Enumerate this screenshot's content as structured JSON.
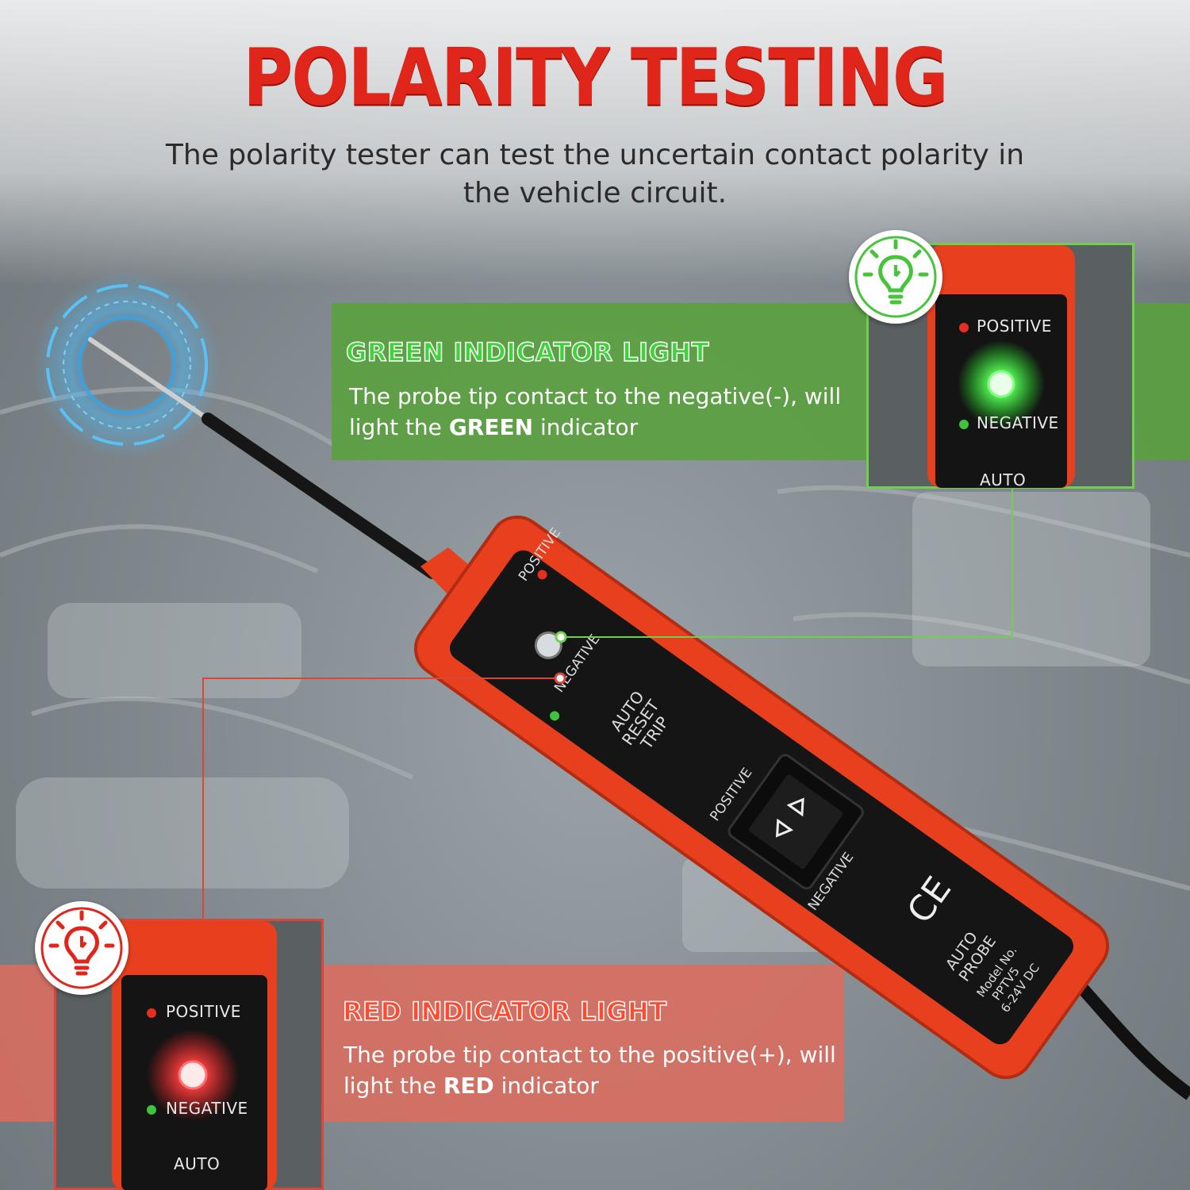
{
  "title": "POLARITY TESTING",
  "subtitle": "The polarity tester can test the uncertain contact polarity in the vehicle circuit.",
  "green_panel": {
    "heading": "GREEN INDICATOR LIGHT",
    "desc_before": "The probe tip contact to the negative(-), will light the ",
    "desc_emphasis": "GREEN",
    "desc_after": " indicator",
    "inset": {
      "positive": "POSITIVE",
      "negative": "NEGATIVE",
      "auto": "AUTO"
    },
    "badge_icon": "lightbulb-icon",
    "color": "#3fd23a"
  },
  "red_panel": {
    "heading": "RED INDICATOR LIGHT",
    "desc_before": "The probe tip contact to the positive(+), will light the ",
    "desc_emphasis": "RED",
    "desc_after": " indicator",
    "inset": {
      "positive": "POSITIVE",
      "negative": "NEGATIVE",
      "auto": "AUTO"
    },
    "badge_icon": "lightbulb-icon",
    "color": "#e0261b"
  },
  "device": {
    "positive": "POSITIVE",
    "negative": "NEGATIVE",
    "mode_line1": "AUTO",
    "mode_line2": "RESET",
    "mode_line3": "TRIP",
    "switch_positive": "POSITIVE",
    "switch_negative": "NEGATIVE",
    "brand_line1": "AUTO",
    "brand_line2": "PROBE",
    "model_line1": "Model No.",
    "model_line2": "PPTV5",
    "model_line3": "6-24V DC",
    "ce_mark": "CE",
    "body_color": "#e8401f"
  }
}
